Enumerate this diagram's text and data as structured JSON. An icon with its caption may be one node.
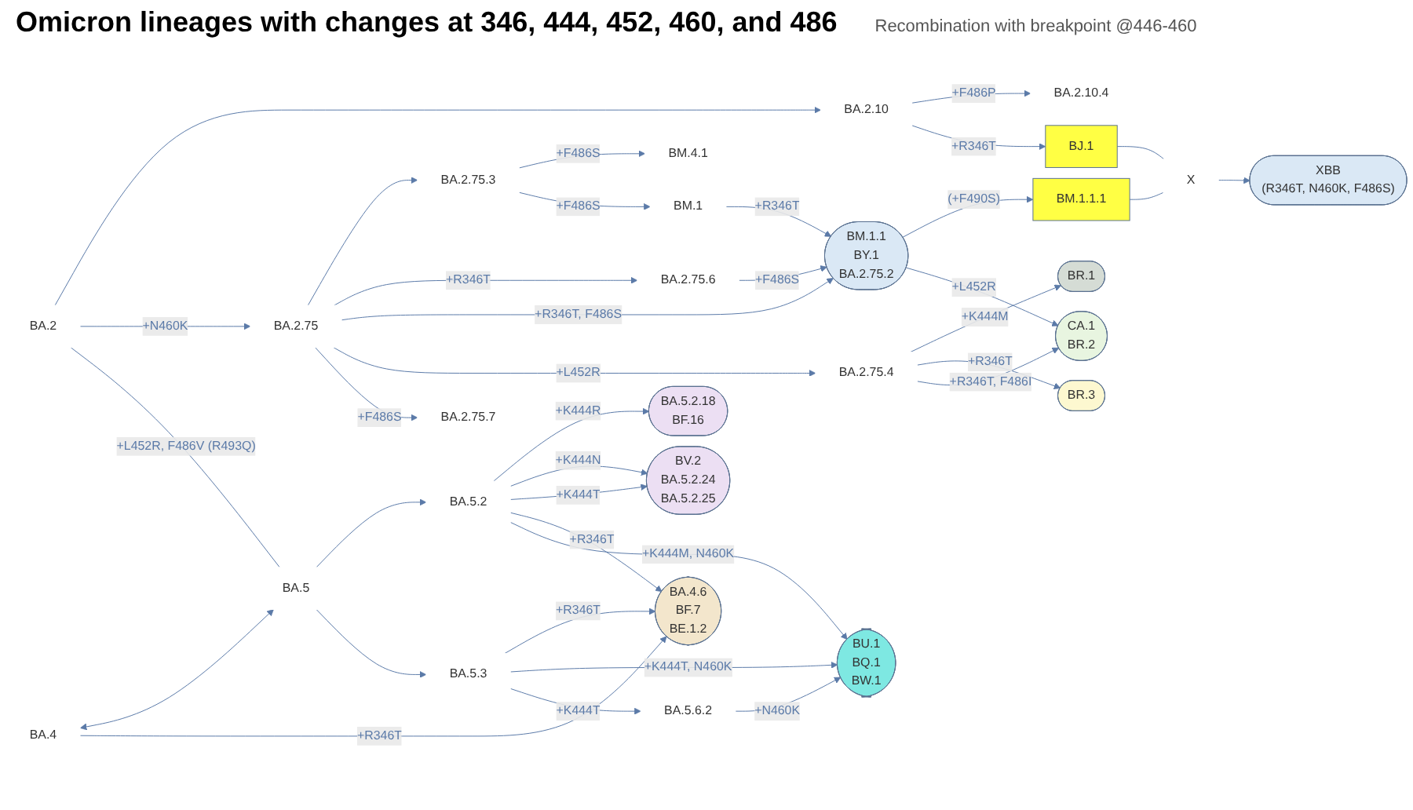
{
  "diagram": {
    "title": "Omicron lineages with changes at 346, 444, 452, 460, and 486",
    "nodes": [
      {
        "text": [
          "BA.2"
        ]
      },
      {
        "text": [
          "BA.2.10"
        ]
      },
      {
        "text": [
          "BA.2.10.4"
        ]
      },
      {
        "text": [
          "BJ.1"
        ]
      },
      {
        "text": [
          "BA.2.75"
        ]
      },
      {
        "text": [
          "BA.2.75.3"
        ]
      },
      {
        "text": [
          "BM.4.1"
        ]
      },
      {
        "text": [
          "BM.1"
        ]
      },
      {
        "text": [
          "BA.2.75.6"
        ]
      },
      {
        "text": [
          "BA.2.75.4"
        ]
      },
      {
        "text": [
          "BA.2.75.7"
        ]
      },
      {
        "text": [
          "X"
        ]
      },
      {
        "text": [
          "XBB",
          "(R346T, N460K, F486S)"
        ]
      },
      {
        "text": [
          "BM.1.1.1"
        ]
      },
      {
        "text": [
          "BM.1.1",
          "BY.1",
          "BA.2.75.2"
        ]
      },
      {
        "text": [
          "BR.1"
        ]
      },
      {
        "text": [
          "BR.3"
        ]
      },
      {
        "text": [
          "CA.1",
          "BR.2"
        ]
      },
      {
        "text": [
          "BA.4"
        ]
      },
      {
        "text": [
          "BA.5"
        ]
      },
      {
        "text": [
          "BA.5.2.18",
          "BF.16"
        ]
      },
      {
        "text": [
          "BV.2",
          "BA.5.2.24",
          "BA.5.2.25"
        ]
      },
      {
        "text": [
          "BA.4.6",
          "BF.7",
          "BE.1.2"
        ]
      },
      {
        "text": [
          "BA.5.2"
        ]
      },
      {
        "text": [
          "BA.5.3"
        ]
      },
      {
        "text": [
          "BU.1",
          "BQ.1",
          "BW.1"
        ]
      },
      {
        "text": [
          "BA.5.6.2"
        ]
      }
    ],
    "edges": [
      {
        "from": 0,
        "to": 1,
        "arrow": "to"
      },
      {
        "from": 0,
        "to": 4,
        "label": "+N460K",
        "arrow": "to"
      },
      {
        "from": 1,
        "to": 2,
        "label": "+F486P",
        "arrow": "to"
      },
      {
        "from": 1,
        "to": 3,
        "label": "+R346T",
        "arrow": "to"
      },
      {
        "from": 3,
        "to": 11,
        "arrow": "none"
      },
      {
        "from": 13,
        "to": 11,
        "arrow": "none"
      },
      {
        "from": 11,
        "to": 12,
        "arrow": "to"
      },
      {
        "from": 14,
        "to": 13,
        "label": "(+F490S)",
        "arrow": "to"
      },
      {
        "from": 4,
        "to": 5,
        "arrow": "to"
      },
      {
        "from": 4,
        "to": 8,
        "label": "+R346T",
        "arrow": "to"
      },
      {
        "from": 4,
        "to": 14,
        "label": "+R346T, F486S",
        "arrow": "to"
      },
      {
        "from": 4,
        "to": 9,
        "label": "+L452R",
        "arrow": "to"
      },
      {
        "from": 4,
        "to": 10,
        "label": "+F486S",
        "arrow": "to"
      },
      {
        "from": 5,
        "to": 6,
        "label": "+F486S",
        "arrow": "to"
      },
      {
        "from": 5,
        "to": 7,
        "label": "+F486S",
        "arrow": "to"
      },
      {
        "from": 7,
        "to": 14,
        "label": "+R346T",
        "arrow": "to"
      },
      {
        "from": 8,
        "to": 14,
        "label": "+F486S",
        "arrow": "to"
      },
      {
        "from": 14,
        "to": 17,
        "label": "+L452R",
        "arrow": "to"
      },
      {
        "from": 9,
        "to": 15,
        "label": "+K444M",
        "arrow": "to"
      },
      {
        "from": 9,
        "to": 16,
        "label": "+R346T",
        "arrow": "to"
      },
      {
        "from": 9,
        "to": 17,
        "label": "+R346T, F486I",
        "arrow": "to"
      },
      {
        "from": 0,
        "to": 19,
        "label": "+L452R, F486V (R493Q)",
        "arrow": "none"
      },
      {
        "from": 18,
        "to": 19,
        "arrow": "both"
      },
      {
        "from": 18,
        "to": 22,
        "label": "+R346T",
        "arrow": "to"
      },
      {
        "from": 19,
        "to": 23,
        "arrow": "to"
      },
      {
        "from": 19,
        "to": 24,
        "arrow": "to"
      },
      {
        "from": 23,
        "to": 20,
        "label": "+K444R",
        "arrow": "to"
      },
      {
        "from": 23,
        "to": 21,
        "label": "+K444N",
        "arrow": "to"
      },
      {
        "from": 23,
        "to": 21,
        "label": "+K444T",
        "arrow": "to"
      },
      {
        "from": 23,
        "to": 22,
        "label": "+R346T",
        "arrow": "to"
      },
      {
        "from": 24,
        "to": 22,
        "label": "+R346T",
        "arrow": "to"
      },
      {
        "from": 23,
        "to": 25,
        "label": "+K444M, N460K",
        "arrow": "to"
      },
      {
        "from": 24,
        "to": 25,
        "label": "+K444T, N460K",
        "arrow": "to"
      },
      {
        "from": 24,
        "to": 26,
        "label": "+K444T",
        "arrow": "to"
      },
      {
        "from": 26,
        "to": 25,
        "label": "+N460K",
        "arrow": "to"
      }
    ],
    "labels": [
      "Recombination with breakpoint @446-460"
    ]
  }
}
